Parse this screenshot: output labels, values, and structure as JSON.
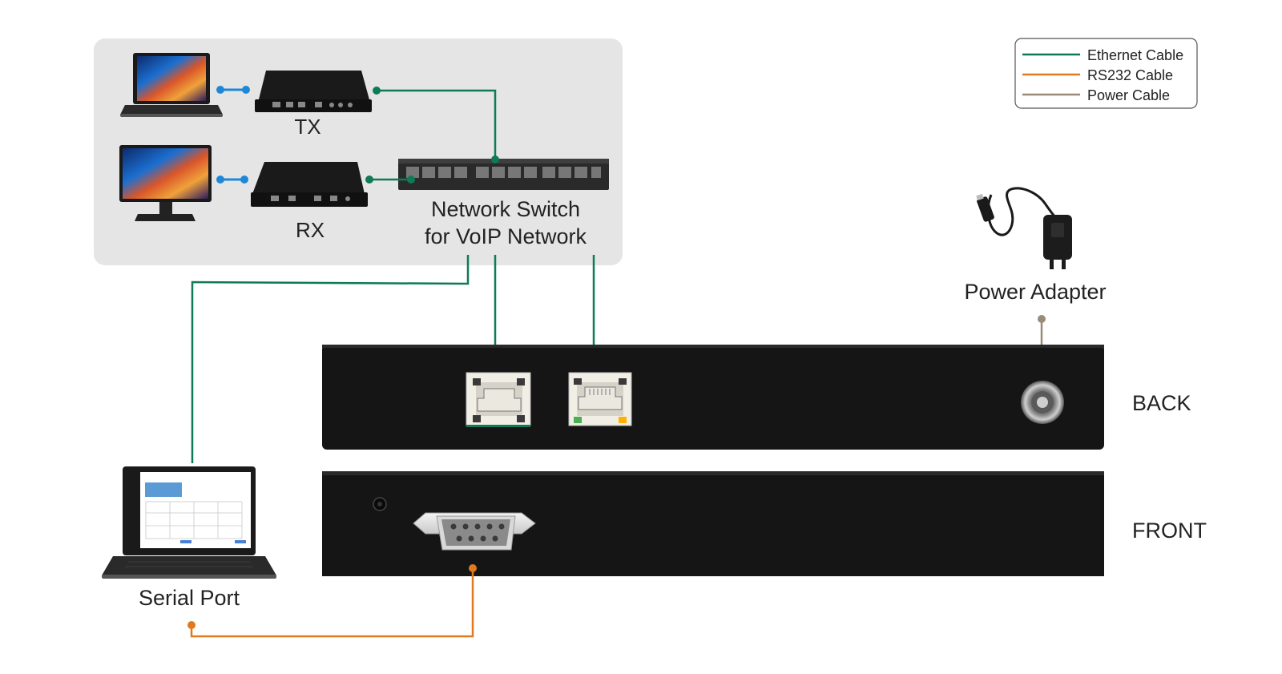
{
  "legend": {
    "items": [
      {
        "label": "Ethernet Cable",
        "color": "#0e7a57"
      },
      {
        "label": "RS232 Cable",
        "color": "#e07a1f"
      },
      {
        "label": "Power  Cable",
        "color": "#9a8a78"
      }
    ]
  },
  "devices": {
    "tx_label": "TX",
    "rx_label": "RX",
    "switch_label_line1": "Network Switch",
    "switch_label_line2": "for VoIP Network",
    "power_adapter_label": "Power Adapter",
    "serial_port_label": "Serial Port",
    "back_label": "BACK",
    "front_label": "FRONT"
  },
  "colors": {
    "ethernet": "#0e7a57",
    "rs232": "#e07a1f",
    "power": "#9a8a78",
    "hdmi_link": "#1e88d6",
    "panel_bg": "#e5e5e5",
    "device_body": "#151515"
  },
  "icons": [
    "laptop-icon",
    "monitor-icon",
    "tx-extender-icon",
    "rx-extender-icon",
    "network-switch-icon",
    "power-adapter-icon",
    "rj45-port-icon",
    "db9-serial-port-icon",
    "power-jack-icon",
    "led-indicator-icon"
  ]
}
